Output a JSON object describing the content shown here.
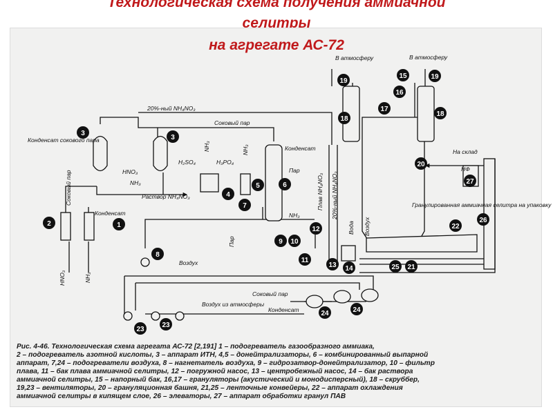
{
  "title": {
    "line1": "Технологическая схема получения аммиачной",
    "line2": "селитры",
    "line3": "на агрегате АС-72"
  },
  "labels": {
    "atm_left": "В атмосферу",
    "atm_right": "В атмосферу",
    "nh4no3_20_top": "20%-ный NH₄NO₃",
    "steam": "Соковый пар",
    "condensate_steam": "Конденсат сокового пара",
    "condensate_2": "Конденсат",
    "hno3_a": "HNO₃",
    "nh3_a": "NH₃",
    "h2so4": "H₂SO₄",
    "h3po4": "H₃PO₄",
    "nh3_v1": "NH₃",
    "nh3_v2": "NH₃",
    "steam_v": "Пар",
    "solution": "Раствор NH₄NO₃",
    "juice_steam_v": "Соковый пар",
    "condensate_3": "Конденсат",
    "steam_v2": "Пар",
    "nh3_b": "NH₃",
    "air_1": "Воздух",
    "melt_v": "Плав NH₄NO₃",
    "nh4no3_20_v": "20%-ный NH₄NO₃",
    "water_v": "Вода",
    "air_v": "Воздух",
    "warehouse": "На склад",
    "nf": "НФ",
    "granular": "Гранулированная аммиачная селитра на упаковку",
    "hno3_b": "HNO₃",
    "nh3_c": "NH₃",
    "juice_steam_2": "Соковый пар",
    "air_from_atm": "Воздух из атмосферы",
    "condensate_4": "Конденсат"
  },
  "markers": [
    "1",
    "2",
    "3",
    "3",
    "4",
    "5",
    "6",
    "7",
    "8",
    "9",
    "10",
    "11",
    "12",
    "13",
    "14",
    "15",
    "16",
    "17",
    "18",
    "18",
    "19",
    "19",
    "20",
    "21",
    "22",
    "23",
    "23",
    "24",
    "24",
    "25",
    "26",
    "27"
  ],
  "caption": {
    "line1": "Рис. 4-46. Технологическая схема агрегата АС-72 [2,191]   1 – подогреватель газообразного аммиака,",
    "line2": "2 – подогреватель азотной кислоты, 3 – аппарат ИТН, 4,5 – донейтрализаторы, 6 – комбинированный выпарной",
    "line3": "аппарат, 7,24 – подогреватели воздуха, 8 – нагнетатель воздуха, 9 – гидрозатвор-донейтрализатор, 10 – фильтр",
    "line4": "плава, 11 – бак плава аммиачной селитры, 12 – погружной насос, 13 – центробежный насос, 14 – бак раствора",
    "line5": "аммиачной селитры, 15 – напорный бак, 16,17 – грануляторы (акустический и монодисперсный), 18 – скруббер,",
    "line6": "19,23 – вентиляторы, 20 – грануляционная башня, 21,25 – ленточные конвейеры, 22 – аппарат охлаждения",
    "line7": "аммиачной селитры в кипящем слое, 26 – элеваторы, 27 – аппарат обработки гранул ПАВ"
  }
}
